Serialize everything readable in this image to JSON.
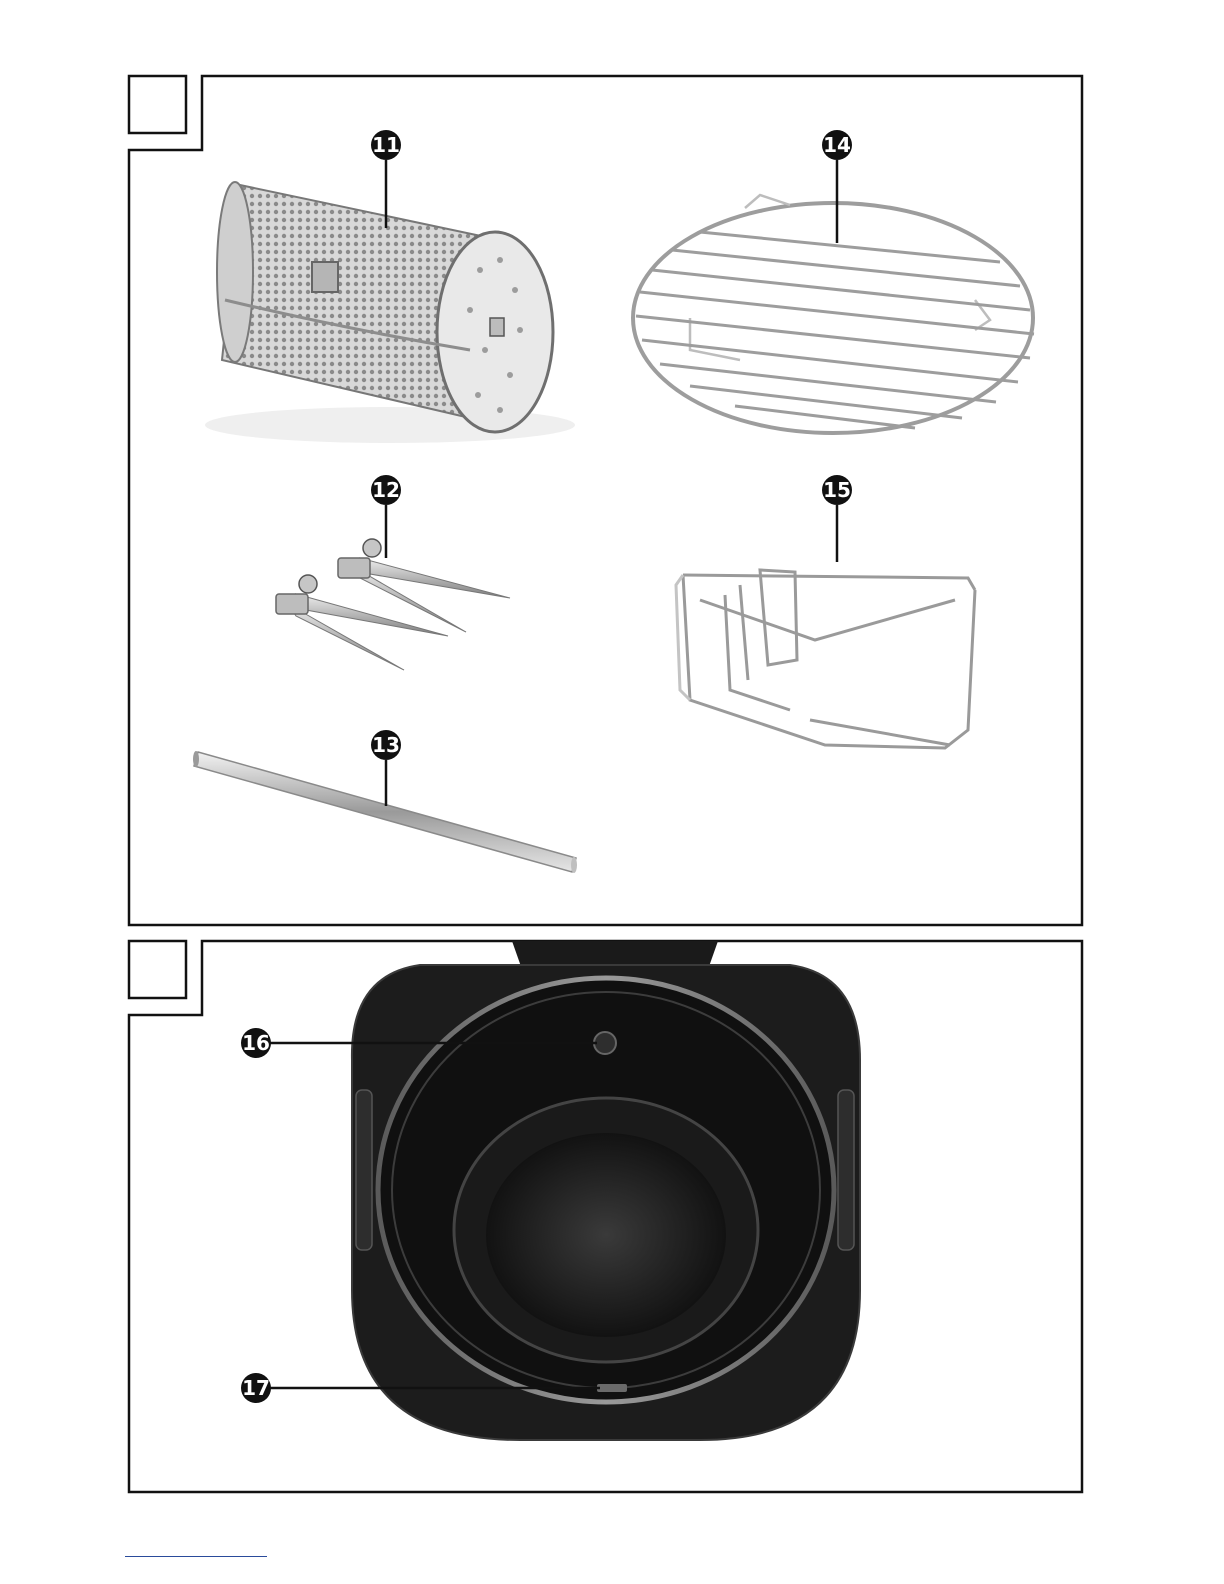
{
  "figure_a": {
    "callouts": [
      {
        "number": "11"
      },
      {
        "number": "14"
      },
      {
        "number": "12"
      },
      {
        "number": "15"
      },
      {
        "number": "13"
      }
    ]
  },
  "figure_b": {
    "callouts": [
      {
        "number": "16"
      },
      {
        "number": "17"
      }
    ]
  },
  "colors": {
    "frame": "#111111",
    "callout_fill": "#111111",
    "callout_text": "#ffffff",
    "metal": "#c9c9c9",
    "appliance_body": "#1c1c1c",
    "footer_line": "#2a4b9b"
  }
}
